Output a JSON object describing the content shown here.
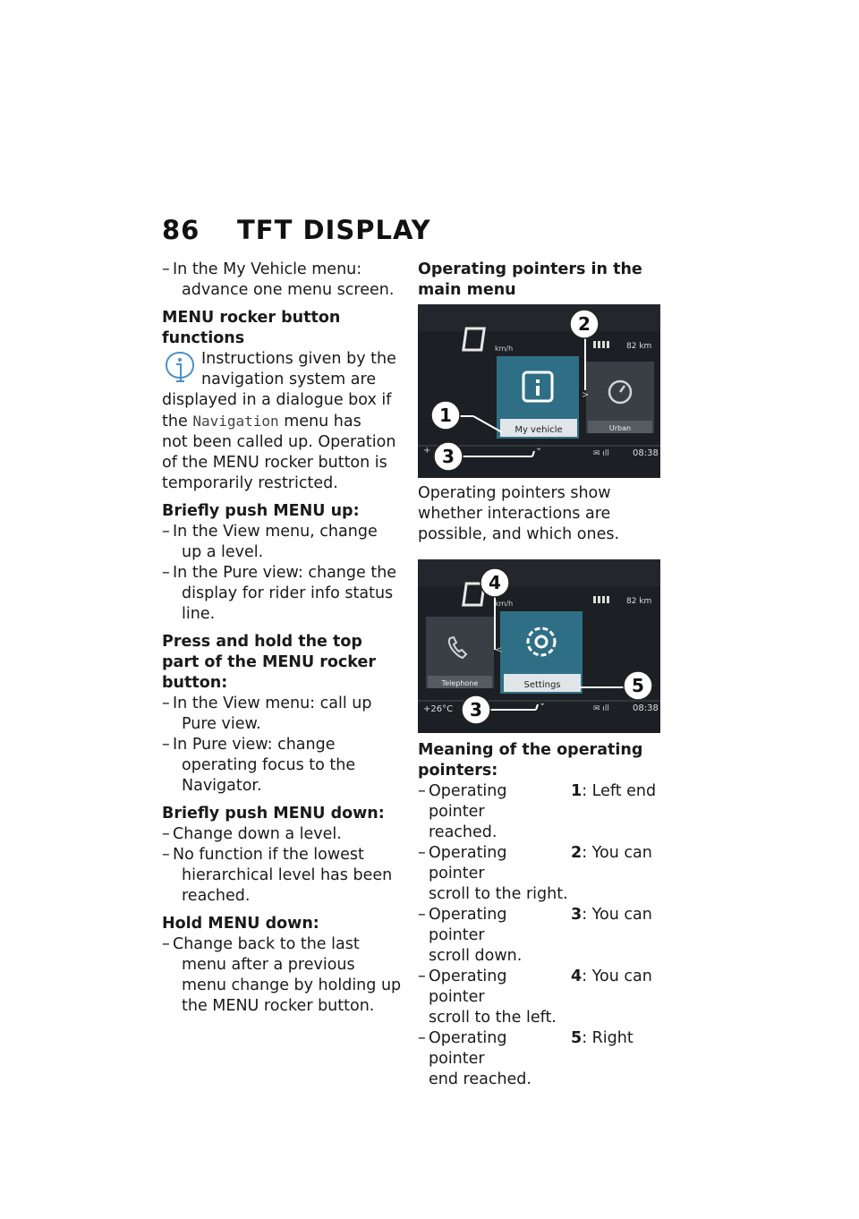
{
  "header": {
    "page_number": "86",
    "title": "TFT DISPLAY"
  },
  "left": {
    "intro_item": "In the My Vehicle menu: advance one menu screen.",
    "section_rocker": "MENU rocker button functions",
    "note": {
      "l1": "Instructions given by the",
      "l2": "navigation system are",
      "l3": "displayed in a dialogue box if",
      "l4_pre": "the",
      "l4_code": "Navigation",
      "l4_post": "menu has",
      "l5": "not been called up. Operation",
      "l6": "of the MENU rocker button is",
      "l7": "temporarily restricted."
    },
    "push_up": {
      "heading": "Briefly push MENU up:",
      "items": [
        "In the View menu, change up a level.",
        "In the Pure view: change the display for rider info status line."
      ]
    },
    "hold_top": {
      "heading": "Press and hold the top part of the MENU rocker button:",
      "items": [
        "In the View menu: call up Pure view.",
        "In Pure view: change operating focus to the Navigator."
      ]
    },
    "push_down": {
      "heading": "Briefly push MENU down:",
      "items": [
        "Change down a level.",
        "No function if the lowest hierarchical level has been reached."
      ]
    },
    "hold_down": {
      "heading": "Hold MENU down:",
      "items": [
        "Change back to the last menu after a previous menu change by holding up the MENU rocker button."
      ]
    }
  },
  "right": {
    "section_pointers": "Operating pointers in the main menu",
    "screen1": {
      "speed_unit": "km/h",
      "range": "82 km",
      "center_label": "My vehicle",
      "right_label": "Urban",
      "time": "08:38",
      "callouts": [
        "1",
        "2",
        "3"
      ]
    },
    "caption": "Operating pointers show whether interactions are possible, and which ones.",
    "screen2": {
      "speed_unit": "km/h",
      "range": "82 km",
      "left_label": "Telephone",
      "center_label": "Settings",
      "temperature": "+26°C",
      "time": "08:38",
      "callouts": [
        "4",
        "5",
        "3"
      ]
    },
    "meaning_heading": "Meaning of the operating pointers:",
    "pointers": [
      {
        "label": "Operating pointer",
        "num": "1",
        "desc": ": Left end",
        "cont": "reached."
      },
      {
        "label": "Operating pointer",
        "num": "2",
        "desc": ": You can",
        "cont": "scroll to the right."
      },
      {
        "label": "Operating pointer",
        "num": "3",
        "desc": ": You can",
        "cont": "scroll down."
      },
      {
        "label": "Operating pointer",
        "num": "4",
        "desc": ": You can",
        "cont": "scroll to the left."
      },
      {
        "label": "Operating pointer",
        "num": "5",
        "desc": ": Right",
        "cont": "end reached."
      }
    ]
  }
}
